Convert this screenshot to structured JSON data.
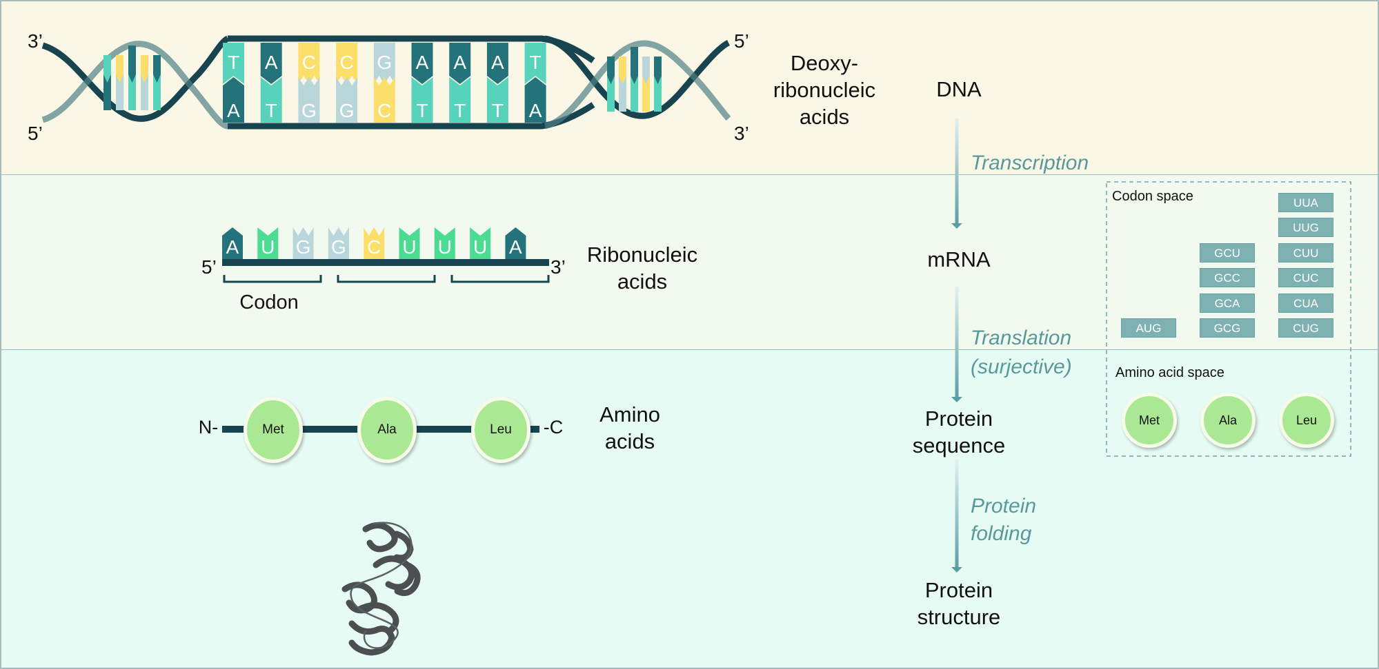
{
  "colors": {
    "A": "#24737a",
    "T": "#57d3bb",
    "C": "#fcdf6a",
    "G": "#b9d6da",
    "U": "#4cdc91",
    "backbone": "#17444f",
    "arrow": "#5a9ea3",
    "amino": "#abe893",
    "codon_box": "#7eb1b2"
  },
  "dna": {
    "label": "Deoxy-\nribonucleic\nacids",
    "top_strand": [
      "T",
      "A",
      "C",
      "C",
      "G",
      "A",
      "A",
      "A",
      "T"
    ],
    "bottom_strand": [
      "A",
      "T",
      "G",
      "G",
      "C",
      "T",
      "T",
      "T",
      "A"
    ],
    "left_top_prime": "3’",
    "left_bottom_prime": "5’",
    "right_top_prime": "5’",
    "right_bottom_prime": "3’"
  },
  "rna": {
    "label": "Ribonucleic\nacids",
    "sequence": [
      "A",
      "U",
      "G",
      "G",
      "C",
      "U",
      "U",
      "U",
      "A"
    ],
    "left_prime": "5’",
    "right_prime": "3’",
    "codon_label": "Codon"
  },
  "amino": {
    "label": "Amino\nacids",
    "n_term": "N-",
    "c_term": "-C",
    "residues": [
      "Met",
      "Ala",
      "Leu"
    ]
  },
  "flow": {
    "stages": [
      "DNA",
      "mRNA",
      "Protein\nsequence",
      "Protein\nstructure"
    ],
    "processes": [
      "Transcription",
      "Translation\n(surjective)",
      "Protein\nfolding"
    ]
  },
  "mapping": {
    "codon_space_title": "Codon space",
    "amino_space_title": "Amino acid space",
    "groups": [
      {
        "amino": "Met",
        "codons": [
          "AUG"
        ]
      },
      {
        "amino": "Ala",
        "codons": [
          "GCU",
          "GCC",
          "GCA",
          "GCG"
        ]
      },
      {
        "amino": "Leu",
        "codons": [
          "UUA",
          "UUG",
          "CUU",
          "CUC",
          "CUA",
          "CUG"
        ]
      }
    ]
  }
}
